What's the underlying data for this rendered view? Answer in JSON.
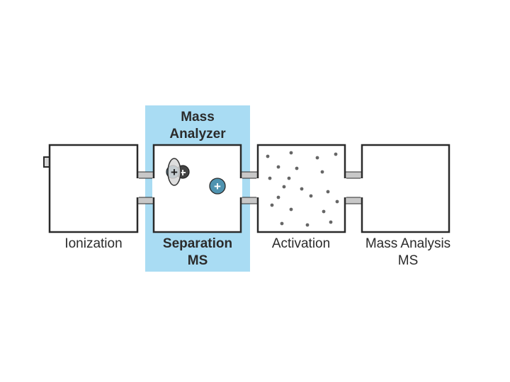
{
  "highlight": {
    "title": "Mass\nAnalyzer",
    "color": "#a9dcf3"
  },
  "stages": [
    {
      "label": "Ionization"
    },
    {
      "label": "Separation\nMS"
    },
    {
      "label": "Activation"
    },
    {
      "label": "Mass Analysis\nMS"
    }
  ],
  "ions": [
    {
      "symbol": "+",
      "color": "#5b8fa8"
    },
    {
      "symbol": "+",
      "color": "#444444"
    },
    {
      "symbol": "+",
      "color": "#4f93b0"
    }
  ],
  "colors": {
    "box_border": "#2a2a2a",
    "connector": "#c8c8c8",
    "gas_particle": "#666666"
  }
}
